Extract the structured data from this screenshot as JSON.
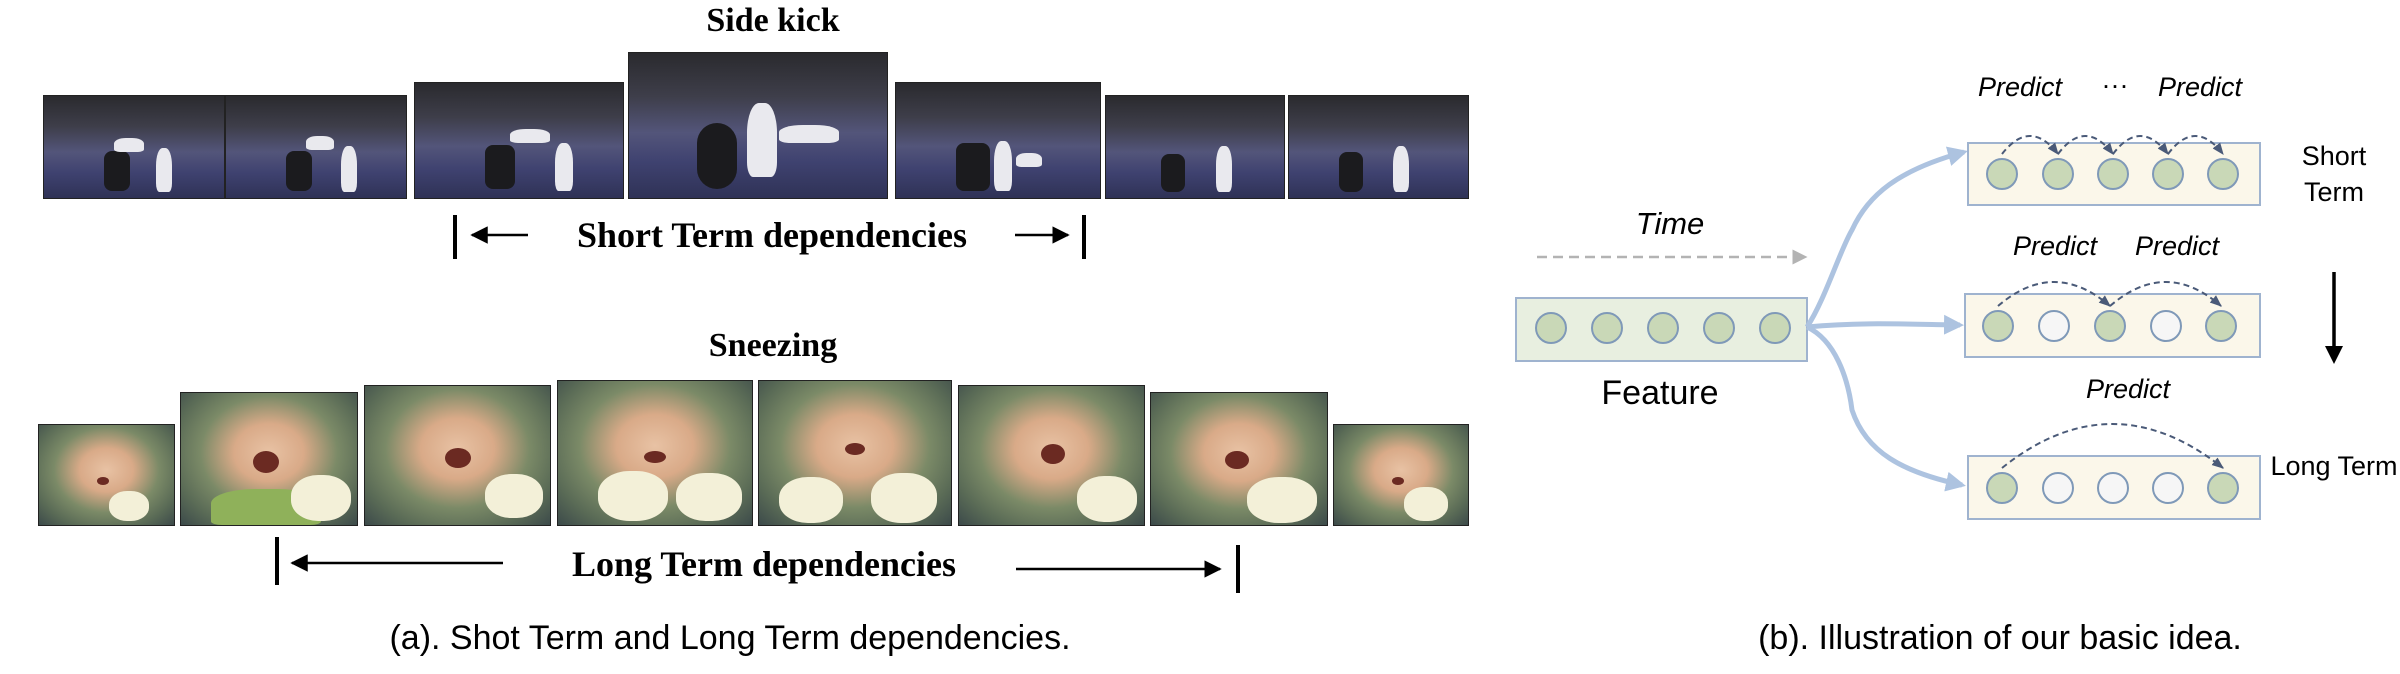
{
  "left_panel": {
    "top_row_title": "Side kick",
    "short_term_label": "Short Term dependencies",
    "bottom_row_title": "Sneezing",
    "long_term_label": "Long Term dependencies",
    "caption": "(a). Shot Term and Long Term dependencies."
  },
  "right_panel": {
    "time_label": "Time",
    "feature_label": "Feature",
    "predict_label": "Predict",
    "ellipsis": "···",
    "short_term_label": "Short Term",
    "long_term_label": "Long Term",
    "caption": "(b). Illustration of our basic idea.",
    "colors": {
      "node_fill": "#c9d8b7",
      "node_stroke": "#7f99b8",
      "empty_node_fill": "#f6f6f6",
      "box_fill": "#fbf7ea",
      "feature_box_fill": "#e8efe0",
      "branch_arrow": "#adc3e0",
      "predict_arrow": "#4a5a78"
    }
  }
}
